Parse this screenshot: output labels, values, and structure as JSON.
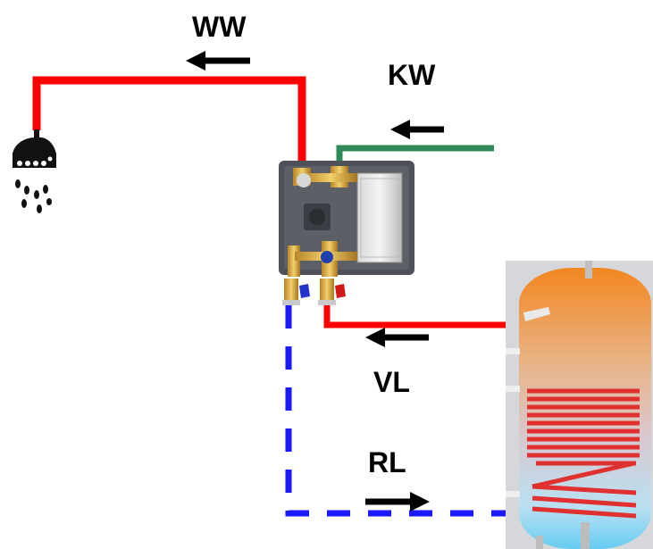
{
  "labels": {
    "ww": "WW",
    "kw": "KW",
    "vl": "VL",
    "rl": "RL"
  },
  "colors": {
    "hot_water": "#ff0000",
    "cold_water": "#2e8b57",
    "return_line": "#1a1aff",
    "arrow": "#000000",
    "tank_top": "#f08a2a",
    "tank_bottom": "#7fd3f5",
    "coil": "#e03030"
  },
  "icons": {
    "shower": "shower-head-icon",
    "station": "fresh-water-station-module",
    "tank": "buffer-storage-tank"
  }
}
